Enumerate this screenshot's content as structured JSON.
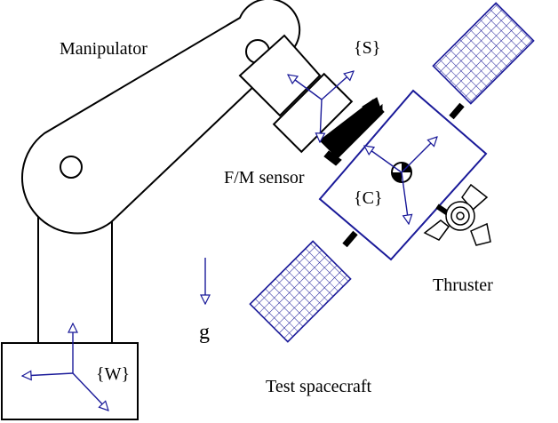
{
  "labels": {
    "manipulator": "Manipulator",
    "sensor_frame": "{S}",
    "fm_sensor": "F/M sensor",
    "spacecraft_frame": "{C}",
    "thruster": "Thruster",
    "gravity": "g",
    "world_frame": "{W}",
    "test_spacecraft": "Test spacecraft"
  },
  "colors": {
    "line": "#000000",
    "accent": "#1a1a99"
  }
}
